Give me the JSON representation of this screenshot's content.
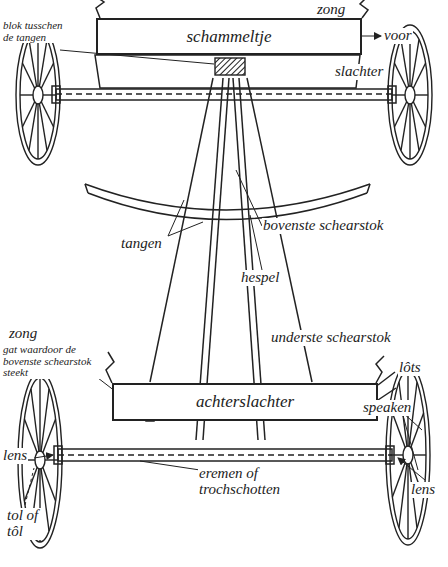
{
  "diagram": {
    "nodes": [
      {
        "text": [
          "schammeltje"
        ]
      },
      {
        "text": [
          "achterslachter"
        ]
      }
    ],
    "labels": [
      "zong",
      "blok tusschen de tangen",
      "voor",
      "slachter",
      "tangen",
      "bovenste schearstok",
      "hespel",
      "zong",
      "gat waardoor de bovenste schearstok steekt",
      "underste schearstok",
      "lôts",
      "speaken",
      "lens",
      "lens",
      "tol of tôl",
      "eremen of trochschotten"
    ]
  }
}
